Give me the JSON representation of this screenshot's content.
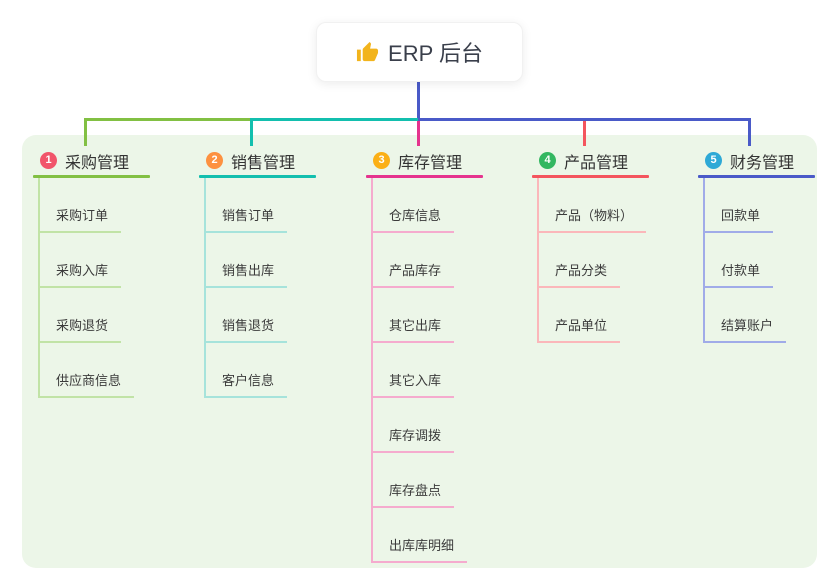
{
  "root": {
    "label": "ERP 后台",
    "icon": "thumbs-up-icon",
    "icon_color": "#f2b41d"
  },
  "colors": {
    "canvas_bg": "#ffffff",
    "panel_bg": "#ecf6e8",
    "root_line": "#4a5ac8",
    "title_text": "#333333",
    "child_text": "#3b3b3b"
  },
  "branches": [
    {
      "index": "1",
      "title": "采购管理",
      "badge_color": "#f1556a",
      "line_color": "#82c043",
      "child_line_color": "#c1e3a6",
      "children": [
        "采购订单",
        "采购入库",
        "采购退货",
        "供应商信息"
      ]
    },
    {
      "index": "2",
      "title": "销售管理",
      "badge_color": "#fd9140",
      "line_color": "#13bfae",
      "child_line_color": "#a6e3db",
      "children": [
        "销售订单",
        "销售出库",
        "销售退货",
        "客户信息"
      ]
    },
    {
      "index": "3",
      "title": "库存管理",
      "badge_color": "#fbb016",
      "line_color": "#e5348e",
      "child_line_color": "#f5abce",
      "children": [
        "仓库信息",
        "产品库存",
        "其它出库",
        "其它入库",
        "库存调拨",
        "库存盘点",
        "出库库明细"
      ]
    },
    {
      "index": "4",
      "title": "产品管理",
      "badge_color": "#33b761",
      "line_color": "#f4555e",
      "child_line_color": "#fbb7ba",
      "children": [
        "产品（物料）",
        "产品分类",
        "产品单位"
      ]
    },
    {
      "index": "5",
      "title": "财务管理",
      "badge_color": "#2ea9d6",
      "line_color": "#4a5ac8",
      "child_line_color": "#a0abe8",
      "children": [
        "回款单",
        "付款单",
        "结算账户"
      ]
    }
  ]
}
